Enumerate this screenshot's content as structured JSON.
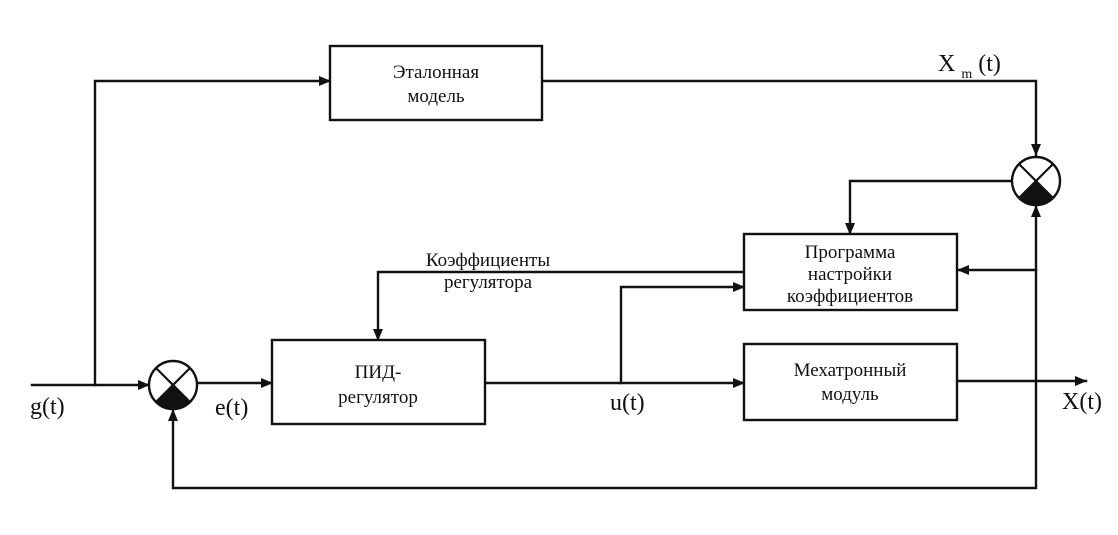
{
  "blocks": {
    "reference_model": {
      "line1": "Эталонная",
      "line2": "модель"
    },
    "tuning_program": {
      "line1": "Программа",
      "line2": "настройки",
      "line3": "коэффициентов"
    },
    "pid_controller": {
      "line1": "ПИД-",
      "line2": "регулятор"
    },
    "mechatronic_module": {
      "line1": "Мехатронный",
      "line2": "модуль"
    }
  },
  "signals": {
    "input": "g(t)",
    "error": "e(t)",
    "control": "u(t)",
    "output": "X(t)",
    "model_output_base": "X",
    "model_output_sub": "m",
    "model_output_tail": "(t)"
  },
  "annotations": {
    "coefficients_line1": "Коэффициенты",
    "coefficients_line2": "регулятора"
  },
  "colors": {
    "ink": "#111111",
    "background": "#ffffff"
  }
}
